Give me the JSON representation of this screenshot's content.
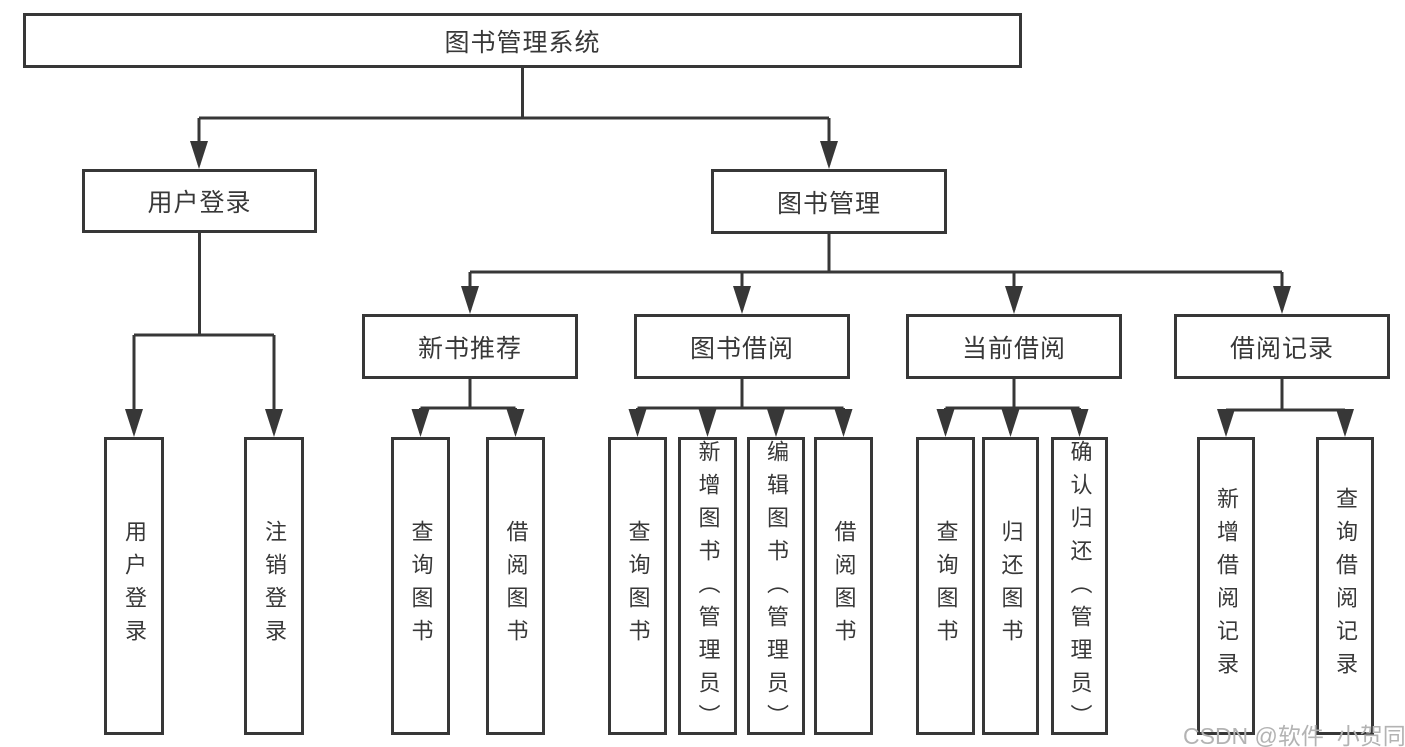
{
  "colors": {
    "line": "#373737",
    "text": "#383838",
    "box_fill": "#ffffff",
    "watermark": "#b3b3b3",
    "background": "#ffffff"
  },
  "root": {
    "label": "图书管理系统"
  },
  "branches": [
    {
      "label": "用户登录",
      "children": [
        "用户登录",
        "注销登录"
      ]
    },
    {
      "label": "图书管理"
    }
  ],
  "sections": [
    {
      "label": "新书推荐",
      "children": [
        "查询图书",
        "借阅图书"
      ]
    },
    {
      "label": "图书借阅",
      "children": [
        "查询图书",
        "新增图书（管理员）",
        "编辑图书（管理员）",
        "借阅图书"
      ]
    },
    {
      "label": "当前借阅",
      "children": [
        "查询图书",
        "归还图书",
        "确认归还（管理员）"
      ]
    },
    {
      "label": "借阅记录",
      "children": [
        "新增借阅记录",
        "查询借阅记录"
      ]
    }
  ],
  "watermark": "CSDN @软件_小贺同学"
}
